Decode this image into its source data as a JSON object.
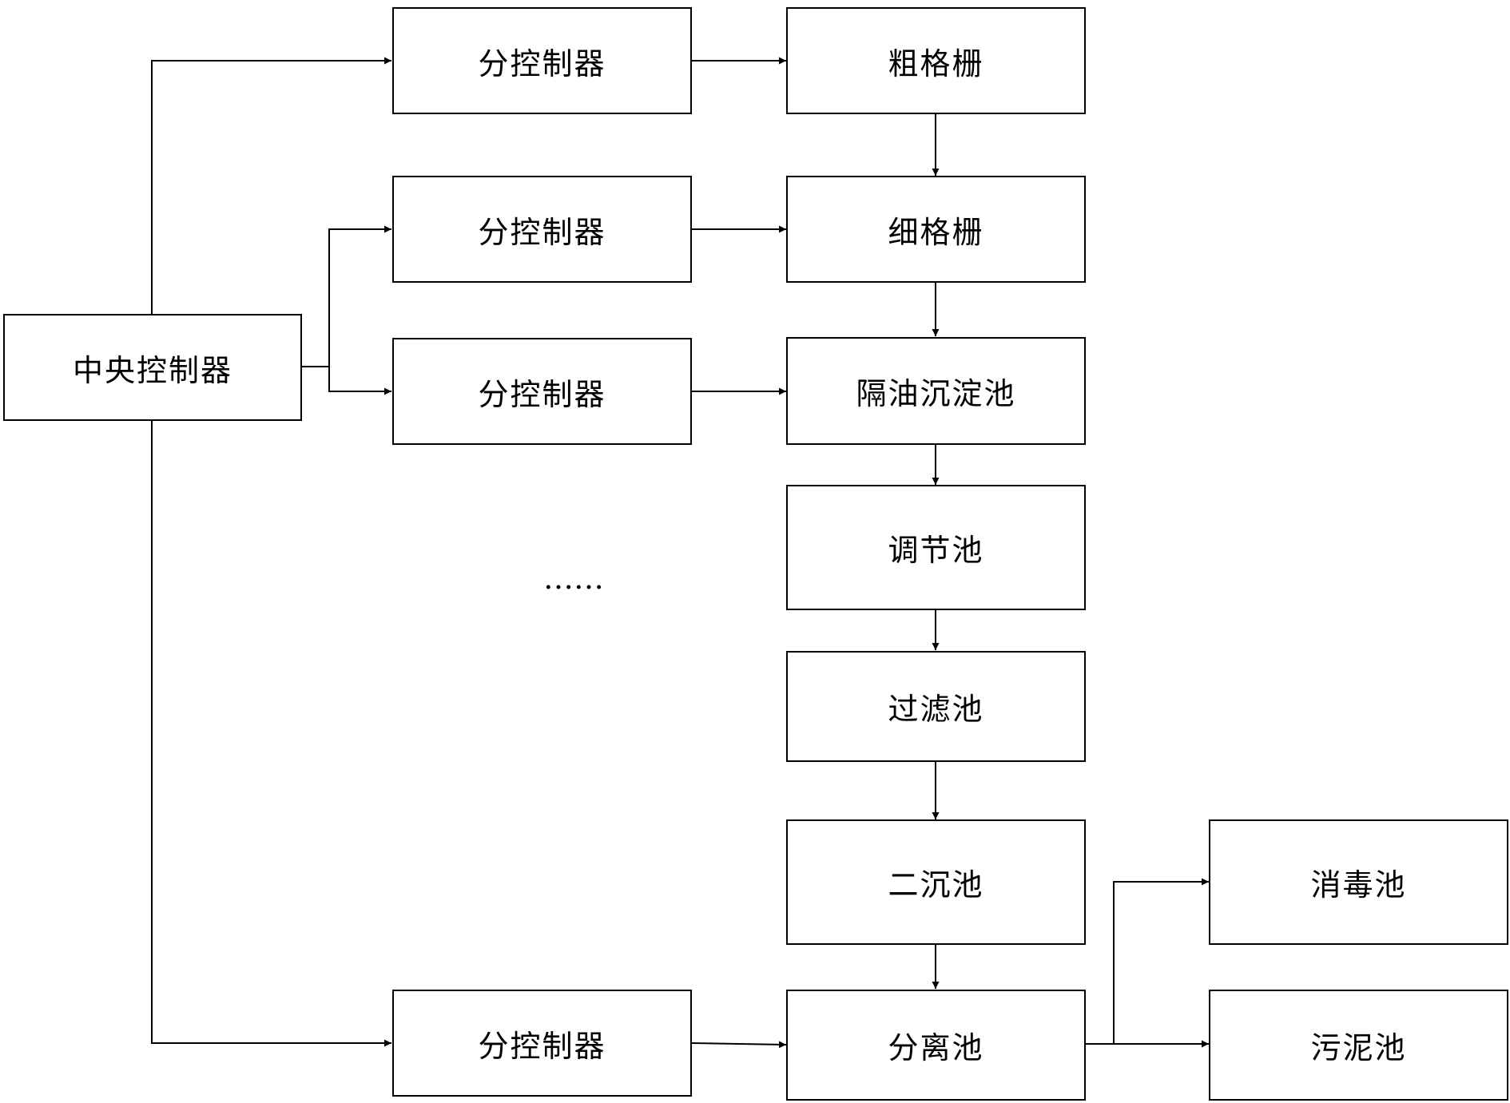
{
  "nodes": {
    "central": "中央控制器",
    "sub1": "分控制器",
    "sub2": "分控制器",
    "sub3": "分控制器",
    "sub4": "分控制器",
    "coarse_grid": "粗格栅",
    "fine_grid": "细格栅",
    "oil_sed_tank": "隔油沉淀池",
    "adjust_tank": "调节池",
    "filter_tank": "过滤池",
    "secondary_sed_tank": "二沉池",
    "separation_tank": "分离池",
    "disinfection_tank": "消毒池",
    "sludge_tank": "污泥池"
  },
  "ellipsis": "……"
}
